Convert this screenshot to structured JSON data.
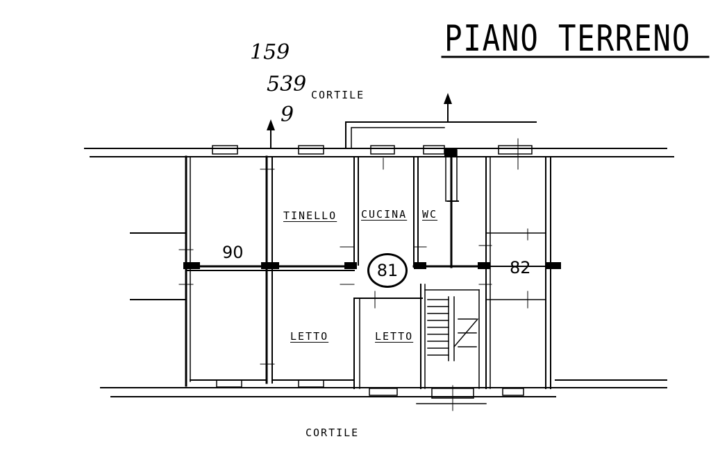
{
  "title": "PIANO TERRENO",
  "handwritten": {
    "line1": "159",
    "line2": "539",
    "line3": "9"
  },
  "courtyard_top": "CORTILE",
  "courtyard_bottom": "CORTILE",
  "rooms": {
    "tinello": "TINELLO",
    "cucina": "CUCINA",
    "wc": "WC",
    "letto_left": "LETTO",
    "letto_right": "LETTO"
  },
  "units": {
    "left": "90",
    "center": "81",
    "right": "82"
  }
}
